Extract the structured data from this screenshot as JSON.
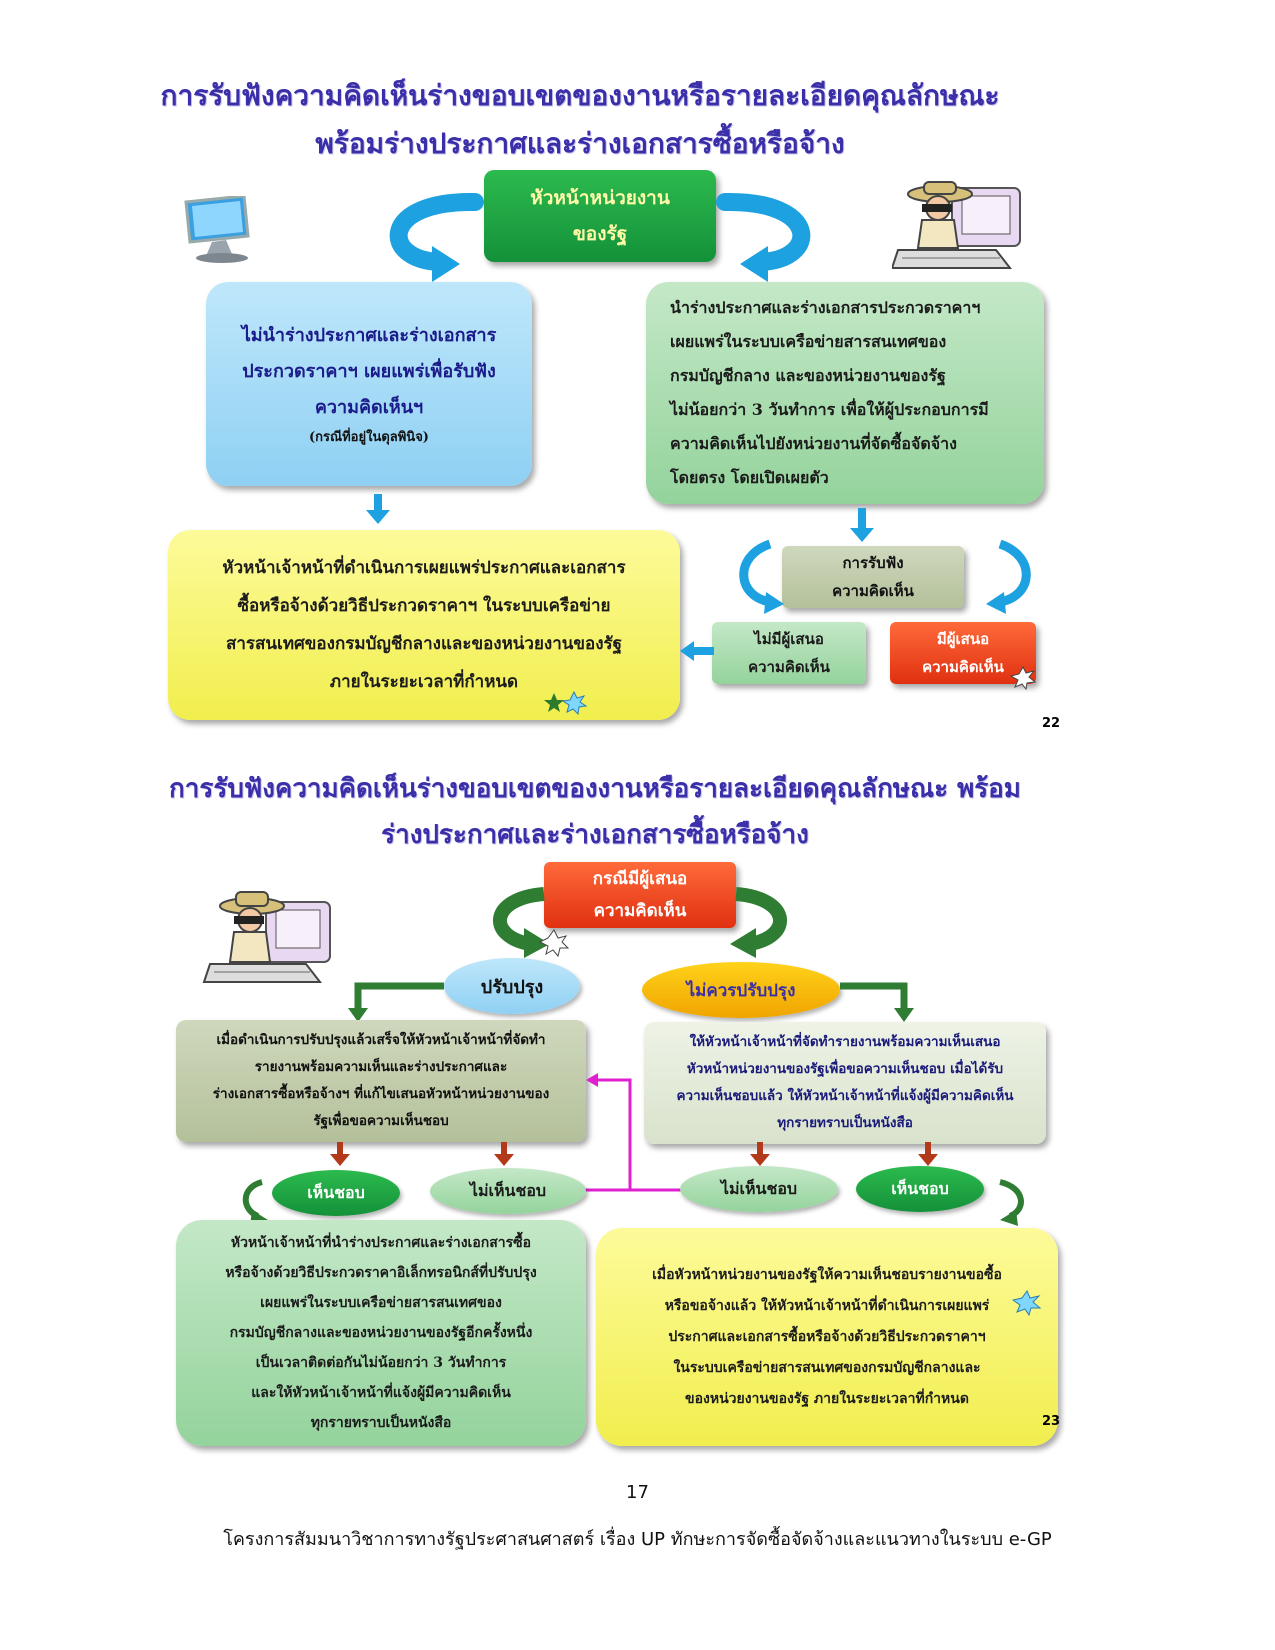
{
  "slide1": {
    "title_line1": "การรับฟังความคิดเห็นร่างขอบเขตของงานหรือรายละเอียดคุณลักษณะ",
    "title_line2": "พร้อมร่างประกาศและร่างเอกสารซื้อหรือจ้าง",
    "head_box": [
      "หัวหน้าหน่วยงาน",
      "ของรัฐ"
    ],
    "left_box": [
      "ไม่นำร่างประกาศและร่างเอกสาร",
      "ประกวดราคาฯ เผยแพร่เพื่อรับฟัง",
      "ความคิดเห็นฯ"
    ],
    "left_box_note": "(กรณีที่อยู่ในดุลพินิจ)",
    "right_box": [
      "นำร่างประกาศและร่างเอกสารประกวดราคาฯ",
      "เผยแพร่ในระบบเครือข่ายสารสนเทศของ",
      "กรมบัญชีกลาง และของหน่วยงานของรัฐ",
      "ไม่น้อยกว่า 3 วันทำการ เพื่อให้ผู้ประกอบการมี",
      "ความคิดเห็นไปยังหน่วยงานที่จัดซื้อจัดจ้าง",
      "โดยตรง โดยเปิดเผยตัว"
    ],
    "yellow_box": [
      "หัวหน้าเจ้าหน้าที่ดำเนินการเผยแพร่ประกาศและเอกสาร",
      "ซื้อหรือจ้างด้วยวิธีประกวดราคาฯ ในระบบเครือข่าย",
      "สารสนเทศของกรมบัญชีกลางและของหน่วยงานของรัฐ",
      "ภายในระยะเวลาที่กำหนด"
    ],
    "listen_box": [
      "การรับฟัง",
      "ความคิดเห็น"
    ],
    "no_comment_box": [
      "ไม่มีผู้เสนอ",
      "ความคิดเห็น"
    ],
    "has_comment_box": [
      "มีผู้เสนอ",
      "ความคิดเห็น"
    ],
    "page_no": "22"
  },
  "slide2": {
    "title_line1": "การรับฟังความคิดเห็นร่างขอบเขตของงานหรือรายละเอียดคุณลักษณะ พร้อม",
    "title_line2": "ร่างประกาศและร่างเอกสารซื้อหรือจ้าง",
    "case_box": [
      "กรณีมีผู้เสนอ",
      "ความคิดเห็น"
    ],
    "improve_label": "ปรับปรุง",
    "no_improve_label": "ไม่ควรปรับปรุง",
    "left_box": [
      "เมื่อดำเนินการปรับปรุงแล้วเสร็จให้หัวหน้าเจ้าหน้าที่จัดทำ",
      "รายงานพร้อมความเห็นและร่างประกาศและ",
      "ร่างเอกสารซื้อหรือจ้างฯ ที่แก้ไขเสนอหัวหน้าหน่วยงานของ",
      "รัฐเพื่อขอความเห็นชอบ"
    ],
    "right_box": [
      "ให้หัวหน้าเจ้าหน้าที่จัดทำรายงานพร้อมความเห็นเสนอ",
      "หัวหน้าหน่วยงานของรัฐเพื่อขอความเห็นชอบ เมื่อได้รับ",
      "ความเห็นชอบแล้ว ให้หัวหน้าเจ้าหน้าที่แจ้งผู้มีความคิดเห็น",
      "ทุกรายทราบเป็นหนังสือ"
    ],
    "approve_left": "เห็นชอบ",
    "disapprove_left": "ไม่เห็นชอบ",
    "disapprove_right": "ไม่เห็นชอบ",
    "approve_right": "เห็นชอบ",
    "bottom_left": [
      "หัวหน้าเจ้าหน้าที่นำร่างประกาศและร่างเอกสารซื้อ",
      "หรือจ้างด้วยวิธีประกวดราคาอิเล็กทรอนิกส์ที่ปรับปรุง",
      "เผยแพร่ในระบบเครือข่ายสารสนเทศของ",
      "กรมบัญชีกลางและของหน่วยงานของรัฐอีกครั้งหนึ่ง",
      "เป็นเวลาติดต่อกันไม่น้อยกว่า 3 วันทำการ",
      "และให้หัวหน้าเจ้าหน้าที่แจ้งผู้มีความคิดเห็น",
      "ทุกรายทราบเป็นหนังสือ"
    ],
    "bottom_right": [
      "เมื่อหัวหน้าหน่วยงานของรัฐให้ความเห็นชอบรายงานขอซื้อ",
      "หรือขอจ้างแล้ว ให้หัวหน้าเจ้าหน้าที่ดำเนินการเผยแพร่",
      "ประกาศและเอกสารซื้อหรือจ้างด้วยวิธีประกวดราคาฯ",
      "ในระบบเครือข่ายสารสนเทศของกรมบัญชีกลางและ",
      "ของหน่วยงานของรัฐ ภายในระยะเวลาที่กำหนด"
    ],
    "page_no": "23"
  },
  "footer": {
    "page_number": "17",
    "text": "โครงการสัมมนาวิชาการทางรัฐประศาสนศาสตร์ เรื่อง UP ทักษะการจัดซื้อจัดจ้างและแนวทางในระบบ e-GP"
  },
  "colors": {
    "title": "#3a2fa8",
    "blue_arrow": "#1da1e0",
    "green_arrow": "#2e7d32",
    "red_arrow": "#b23a1a",
    "magenta_line": "#e020d0"
  }
}
